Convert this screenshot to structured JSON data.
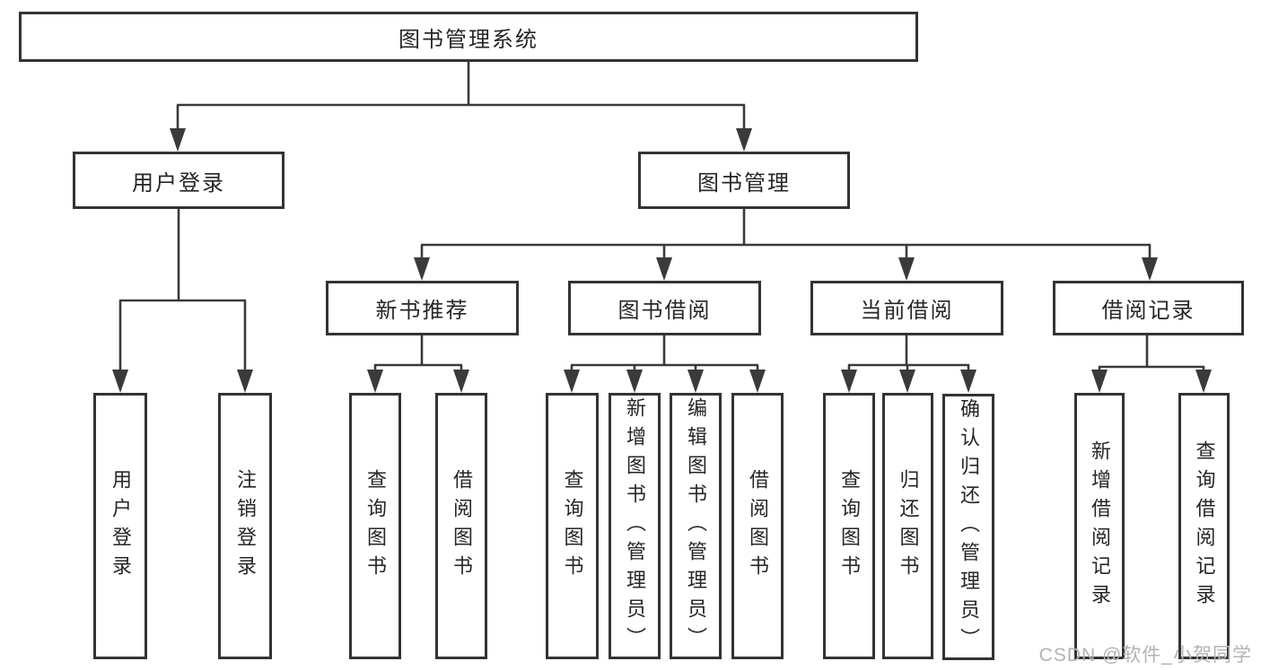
{
  "diagram_type": "hierarchy-tree",
  "title_box": {
    "label": "图书管理系统"
  },
  "level2": [
    {
      "id": "user-login",
      "label": "用户登录"
    },
    {
      "id": "book-management",
      "label": "图书管理"
    }
  ],
  "level3": [
    {
      "id": "new-book-recommend",
      "label": "新书推荐",
      "parent": "图书管理"
    },
    {
      "id": "book-borrow",
      "label": "图书借阅",
      "parent": "图书管理"
    },
    {
      "id": "current-borrow",
      "label": "当前借阅",
      "parent": "图书管理"
    },
    {
      "id": "borrow-record",
      "label": "借阅记录",
      "parent": "图书管理"
    }
  ],
  "leaves": [
    {
      "id": "leaf-user-login",
      "label": "用户登录",
      "parent": "用户登录"
    },
    {
      "id": "leaf-logout",
      "label": "注销登录",
      "parent": "用户登录"
    },
    {
      "id": "leaf-query-book-recommend",
      "label": "查询图书",
      "parent": "新书推荐"
    },
    {
      "id": "leaf-borrow-book-recommend",
      "label": "借阅图书",
      "parent": "新书推荐"
    },
    {
      "id": "leaf-query-book-borrow",
      "label": "查询图书",
      "parent": "图书借阅"
    },
    {
      "id": "leaf-add-book-admin",
      "label": "新增图书（管理员）",
      "parent": "图书借阅"
    },
    {
      "id": "leaf-edit-book-admin",
      "label": "编辑图书（管理员）",
      "parent": "图书借阅"
    },
    {
      "id": "leaf-borrow-book",
      "label": "借阅图书",
      "parent": "图书借阅"
    },
    {
      "id": "leaf-query-book-current",
      "label": "查询图书",
      "parent": "当前借阅"
    },
    {
      "id": "leaf-return-book",
      "label": "归还图书",
      "parent": "当前借阅"
    },
    {
      "id": "leaf-confirm-return-admin",
      "label": "确认归还（管理员）",
      "parent": "当前借阅"
    },
    {
      "id": "leaf-add-borrow-record",
      "label": "新增借阅记录",
      "parent": "借阅记录"
    },
    {
      "id": "leaf-query-borrow-record",
      "label": "查询借阅记录",
      "parent": "借阅记录"
    }
  ],
  "watermark": "CSDN @软件_小贺同学",
  "colors": {
    "line": "#3a3a3a",
    "box_border": "#333333",
    "text": "#262626",
    "watermark": "#b3b3b3",
    "background": "#ffffff"
  }
}
